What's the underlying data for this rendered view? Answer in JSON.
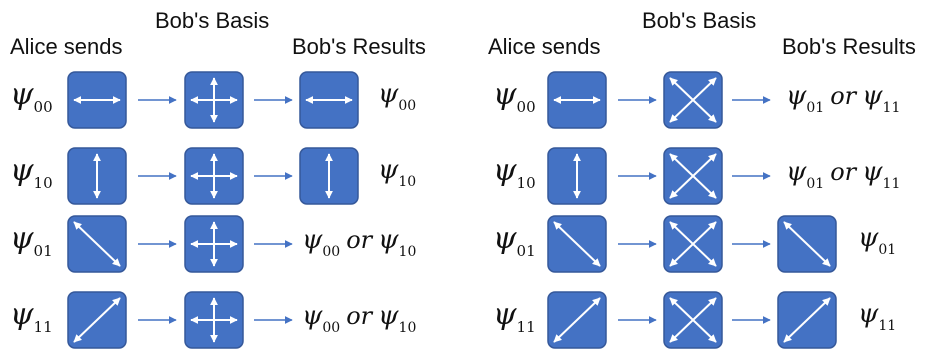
{
  "colors": {
    "box_fill": "#4472C4",
    "arrow": "#4472C4",
    "text": "#111111"
  },
  "panels": [
    {
      "headers": {
        "alice": "Alice sends",
        "basis": "Bob's Basis",
        "results": "Bob's Results"
      },
      "rows": [
        {
          "state": "00",
          "alice_polarization": "horizontal",
          "bob_basis": "rectilinear",
          "result": {
            "kind": "box",
            "polarization": "horizontal",
            "state": "00"
          }
        },
        {
          "state": "10",
          "alice_polarization": "vertical",
          "bob_basis": "rectilinear",
          "result": {
            "kind": "box",
            "polarization": "vertical",
            "state": "10"
          }
        },
        {
          "state": "01",
          "alice_polarization": "diagonal-down",
          "bob_basis": "rectilinear",
          "result": {
            "kind": "text",
            "a": "00",
            "or": "or",
            "b": "10"
          }
        },
        {
          "state": "11",
          "alice_polarization": "diagonal-up",
          "bob_basis": "rectilinear",
          "result": {
            "kind": "text",
            "a": "00",
            "or": "or",
            "b": "10"
          }
        }
      ]
    },
    {
      "headers": {
        "alice": "Alice sends",
        "basis": "Bob's Basis",
        "results": "Bob's Results"
      },
      "rows": [
        {
          "state": "00",
          "alice_polarization": "horizontal",
          "bob_basis": "diagonal",
          "result": {
            "kind": "text",
            "a": "01",
            "or": "or",
            "b": "11"
          }
        },
        {
          "state": "10",
          "alice_polarization": "vertical",
          "bob_basis": "diagonal",
          "result": {
            "kind": "text",
            "a": "01",
            "or": "or",
            "b": "11"
          }
        },
        {
          "state": "01",
          "alice_polarization": "diagonal-down",
          "bob_basis": "diagonal",
          "result": {
            "kind": "box",
            "polarization": "diagonal-down",
            "state": "01"
          }
        },
        {
          "state": "11",
          "alice_polarization": "diagonal-up",
          "bob_basis": "diagonal",
          "result": {
            "kind": "box",
            "polarization": "diagonal-up",
            "state": "11"
          }
        }
      ]
    }
  ]
}
